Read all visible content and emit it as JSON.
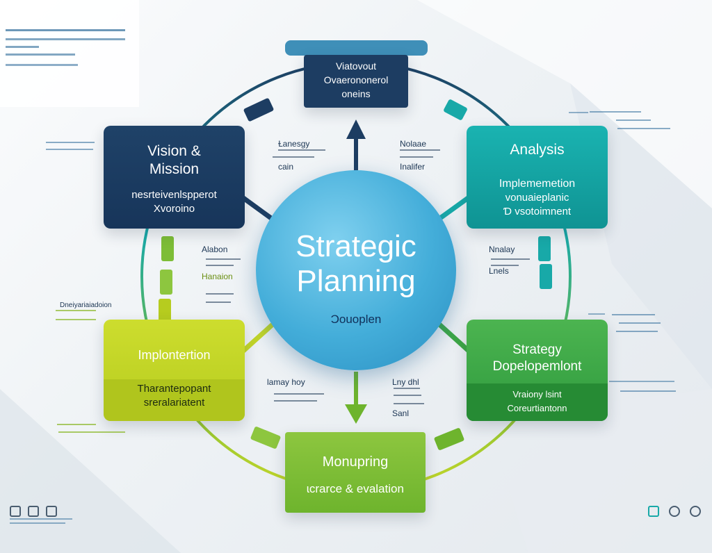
{
  "center": {
    "title_line1": "Strategic",
    "title_line2": "Planning",
    "subtitle": "Ɔouoplen"
  },
  "cards": {
    "top": {
      "line1": "Viatovout",
      "line2": "Ovaerononerol",
      "line3": "oneins"
    },
    "vision": {
      "title_line1": "Vision &",
      "title_line2": "Mission",
      "sub_line1": "nesrteivenlspperot",
      "sub_line2": "Xvoroino"
    },
    "analysis": {
      "title": "Analysis",
      "sub_line1": "Implememetion",
      "sub_line2": "vonuaieplanic",
      "sub_line3": "Ɗ vsotoimnent"
    },
    "implementation": {
      "title": "Implontertion",
      "sub_line1": "Tharantepopant",
      "sub_line2": "sreralariatent"
    },
    "strategy": {
      "title_line1": "Strategy",
      "title_line2": "Dopelopemlont",
      "sub_line1": "Vraiony lsint",
      "sub_line2": "Coreurtiantonn"
    },
    "monitoring": {
      "title": "Monupring",
      "sub": "ɩcrarce & evalation"
    }
  },
  "labels": {
    "upper_left": {
      "line1": "Ɫanesgy",
      "line2": "cain"
    },
    "upper_right": {
      "line1": "Nolaae",
      "line2": "Inalifer"
    },
    "mid_left": {
      "line1": "Alabon",
      "line2": "Hanaion"
    },
    "mid_right": {
      "line1": "Nnalay",
      "line2": "Lnels"
    },
    "lower_left": {
      "line1": "lamay hoy"
    },
    "lower_right": {
      "line1": "Lny dhl",
      "line2": "Sanl"
    },
    "far_left": {
      "line1": "Dneiyariaiadoion"
    }
  },
  "colors": {
    "navy": "#1d3d62",
    "teal": "#18a9a8",
    "lime": "#c3d629",
    "green": "#3ea747",
    "light_green": "#7dbd37",
    "sky": "#43add9"
  }
}
